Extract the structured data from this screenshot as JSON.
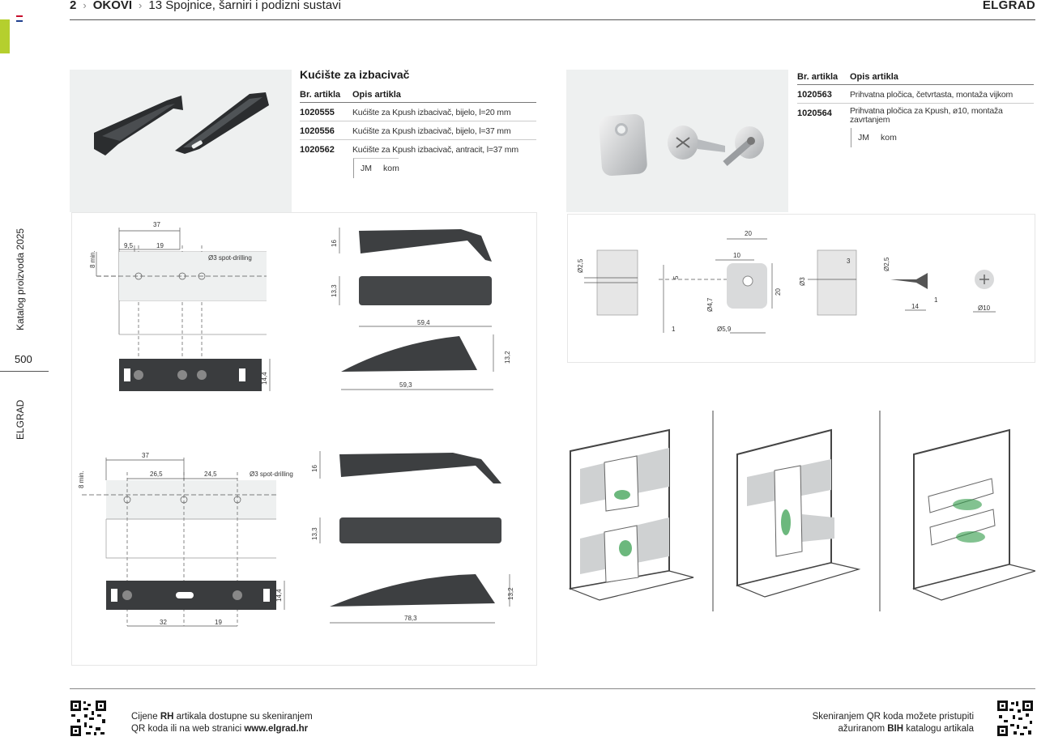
{
  "breadcrumb": {
    "page": "2",
    "section": "OKOVI",
    "subsection": "13  Spojnice, šarniri i podizni sustavi"
  },
  "brand": "ELGRAD",
  "sidebar": {
    "catalog": "Katalog proizvoda 2025",
    "page_number": "500",
    "brand": "ELGRAD"
  },
  "product_left": {
    "title": "Kućište za izbacivač",
    "headers": {
      "code": "Br. artikla",
      "desc": "Opis artikla"
    },
    "rows": [
      {
        "code": "1020555",
        "desc": "Kućište za Kpush izbacivač, bijelo, l=20 mm"
      },
      {
        "code": "1020556",
        "desc": "Kućište za Kpush izbacivač, bijelo, l=37 mm"
      },
      {
        "code": "1020562",
        "desc": "Kućište za Kpush izbacivač, antracit, l=37 mm"
      }
    ],
    "unit": {
      "label": "JM",
      "value": "kom"
    }
  },
  "product_right": {
    "headers": {
      "code": "Br. artikla",
      "desc": "Opis artikla"
    },
    "rows": [
      {
        "code": "1020563",
        "desc": "Prihvatna pločica, četvrtasta, montaža vijkom"
      },
      {
        "code": "1020564",
        "desc": "Prihvatna pločica za Kpush, ø10, montaža zavrtanjem"
      }
    ],
    "unit": {
      "label": "JM",
      "value": "kom"
    }
  },
  "drawing_top": {
    "dims": {
      "w37": "37",
      "w95": "9,5",
      "w19": "19",
      "min8": "8 min.",
      "spot": "Ø3 spot-drilling",
      "h16": "16",
      "h133": "13,3",
      "l594": "59,4",
      "h132": "13,2",
      "l593": "59,3",
      "h144": "14,4"
    }
  },
  "drawing_bottom": {
    "dims": {
      "w37": "37",
      "w265": "26,5",
      "w245": "24,5",
      "min8": "8 min.",
      "spot": "Ø3 spot-drilling",
      "h16": "16",
      "h133": "13,3",
      "l783": "78,3",
      "h132": "13,2",
      "h144": "14,4",
      "w32": "32",
      "w19": "19"
    }
  },
  "drawing_right": {
    "dims": {
      "d25a": "Ø2,5",
      "d5": "5",
      "d1a": "1",
      "d20a": "20",
      "d10": "10",
      "d47": "Ø4,7",
      "d20b": "20",
      "d59": "Ø5,9",
      "d3a": "Ø3",
      "d3b": "3",
      "d25b": "Ø2,5",
      "d14": "14",
      "d1b": "1",
      "d10b": "Ø10"
    }
  },
  "footer": {
    "left_line1_a": "Cijene ",
    "left_line1_b": "RH",
    "left_line1_c": " artikala dostupne su skeniranjem",
    "left_line2_a": "QR koda ili na web stranici ",
    "left_line2_b": "www.elgrad.hr",
    "right_line1": "Skeniranjem QR koda možete pristupiti",
    "right_line2_a": "ažuriranom ",
    "right_line2_b": "BIH",
    "right_line2_c": " katalogu artikala"
  }
}
